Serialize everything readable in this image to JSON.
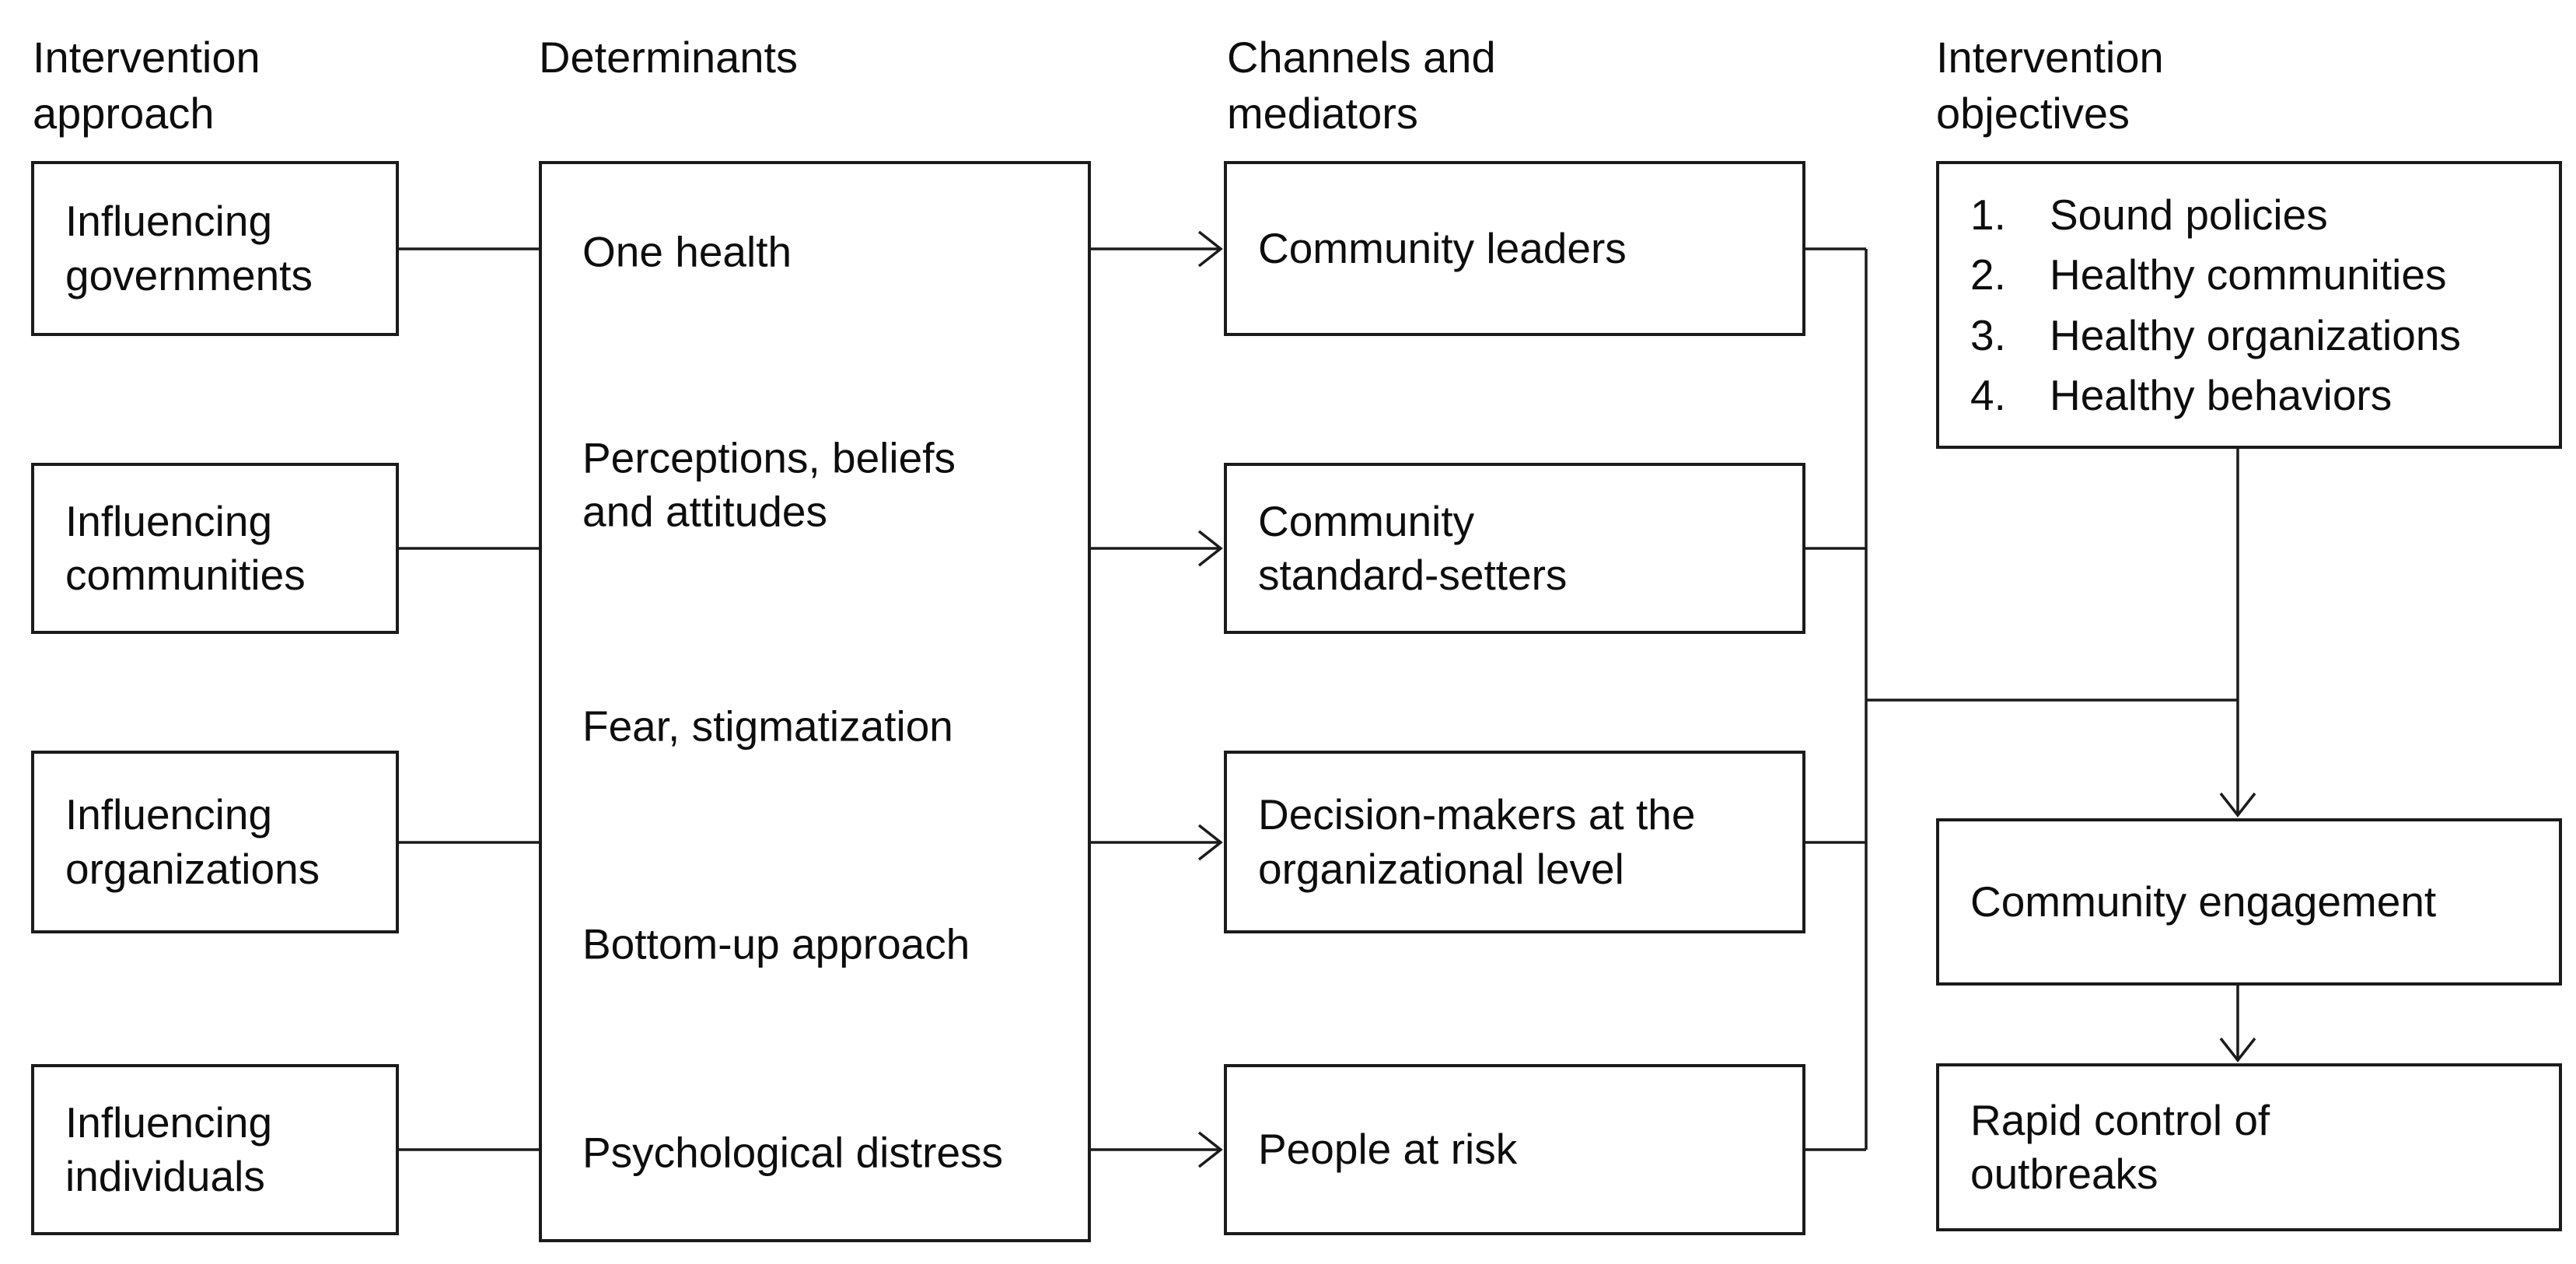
{
  "diagram": {
    "column_headers": [
      {
        "label": "Intervention\napproach"
      },
      {
        "label": "Determinants"
      },
      {
        "label": "Channels and\nmediators"
      },
      {
        "label": "Intervention\nobjectives"
      }
    ],
    "approach_boxes": [
      {
        "label": "Influencing\ngovernments"
      },
      {
        "label": "Influencing\ncommunities"
      },
      {
        "label": "Influencing\norganizations"
      },
      {
        "label": "Influencing\nindividuals"
      }
    ],
    "determinant_labels": [
      {
        "label": "One health"
      },
      {
        "label": "Perceptions, beliefs\nand attitudes"
      },
      {
        "label": "Fear, stigmatization"
      },
      {
        "label": "Bottom-up approach"
      },
      {
        "label": "Psychological distress"
      }
    ],
    "channel_boxes": [
      {
        "label": "Community leaders"
      },
      {
        "label": "Community\nstandard-setters"
      },
      {
        "label": "Decision-makers at the\norganizational level"
      },
      {
        "label": "People at risk"
      }
    ],
    "objectives": {
      "items": [
        {
          "num": "1.",
          "text": "Sound policies"
        },
        {
          "num": "2.",
          "text": "Healthy communities"
        },
        {
          "num": "3.",
          "text": "Healthy organizations"
        },
        {
          "num": "4.",
          "text": "Healthy behaviors"
        }
      ]
    },
    "outcome_boxes": [
      {
        "label": "Community engagement"
      },
      {
        "label": "Rapid control of\noutbreaks"
      }
    ],
    "colors": {
      "line": "#1b1b1b",
      "text": "#0d0d0d",
      "background": "#ffffff"
    }
  }
}
